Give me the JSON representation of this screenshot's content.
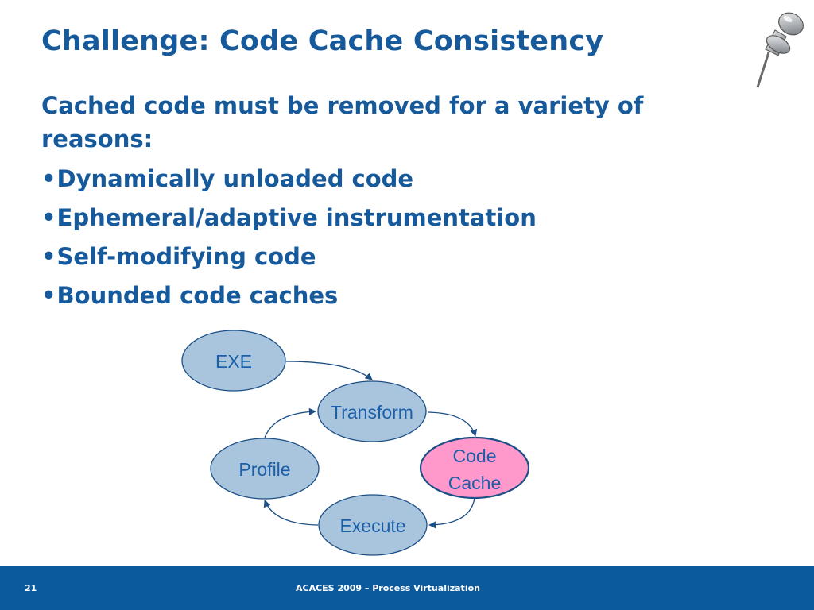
{
  "slide": {
    "title": "Challenge: Code Cache Consistency",
    "intro": "Cached code must be removed for a variety of reasons:",
    "bullet_char": "•",
    "bullets": [
      "Dynamically unloaded code",
      "Ephemeral/adaptive instrumentation",
      "Self-modifying code",
      "Bounded code caches"
    ]
  },
  "diagram": {
    "nodes": {
      "exe": "EXE",
      "transform": "Transform",
      "code_cache_line1": "Code",
      "code_cache_line2": "Cache",
      "profile": "Profile",
      "execute": "Execute"
    },
    "colors": {
      "node_fill": "#a9c5de",
      "highlight_fill": "#ff99cc",
      "outline": "#1c4f86",
      "text": "#1a5fa8"
    }
  },
  "footer": {
    "page_number": "21",
    "text": "ACACES 2009 – Process Virtualization"
  },
  "colors": {
    "heading": "#175a9c",
    "footer_bar": "#0c5a9e"
  },
  "icons": [
    "push-pin-icon"
  ]
}
